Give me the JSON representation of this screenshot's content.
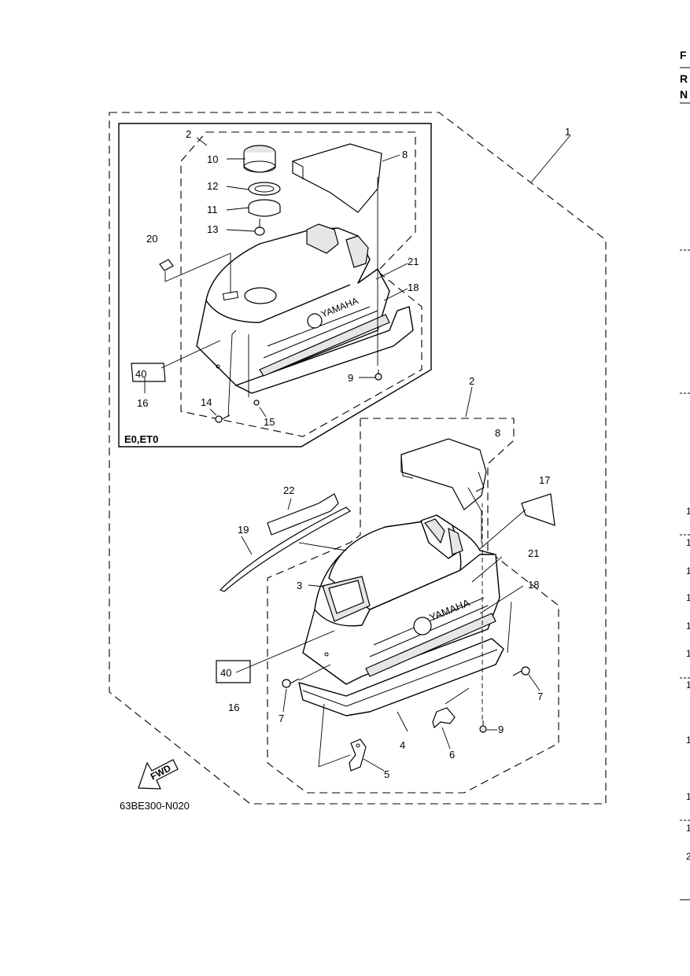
{
  "diagram": {
    "title": "",
    "figure_id": "63BE300-N020",
    "variant_label": "E0,ET0",
    "fwd_label": "FWD",
    "brand_text": "YAMAHA",
    "decal_number": "40",
    "accent_color": "#000000",
    "background_color": "#ffffff"
  },
  "upper_inset_callouts": [
    "2",
    "10",
    "8",
    "12",
    "11",
    "13",
    "20",
    "21",
    "18",
    "9",
    "16",
    "14",
    "15"
  ],
  "lower_assembly_callouts": [
    "1",
    "2",
    "8",
    "17",
    "22",
    "19",
    "21",
    "3",
    "18",
    "16",
    "7",
    "7",
    "4",
    "9",
    "6",
    "5"
  ],
  "right_edge": {
    "header_letters": [
      "F",
      "R",
      "N"
    ],
    "row_marks": [
      "1",
      "1",
      "1",
      "1",
      "1",
      "1",
      "1",
      "1",
      "1",
      "1",
      "2"
    ]
  }
}
